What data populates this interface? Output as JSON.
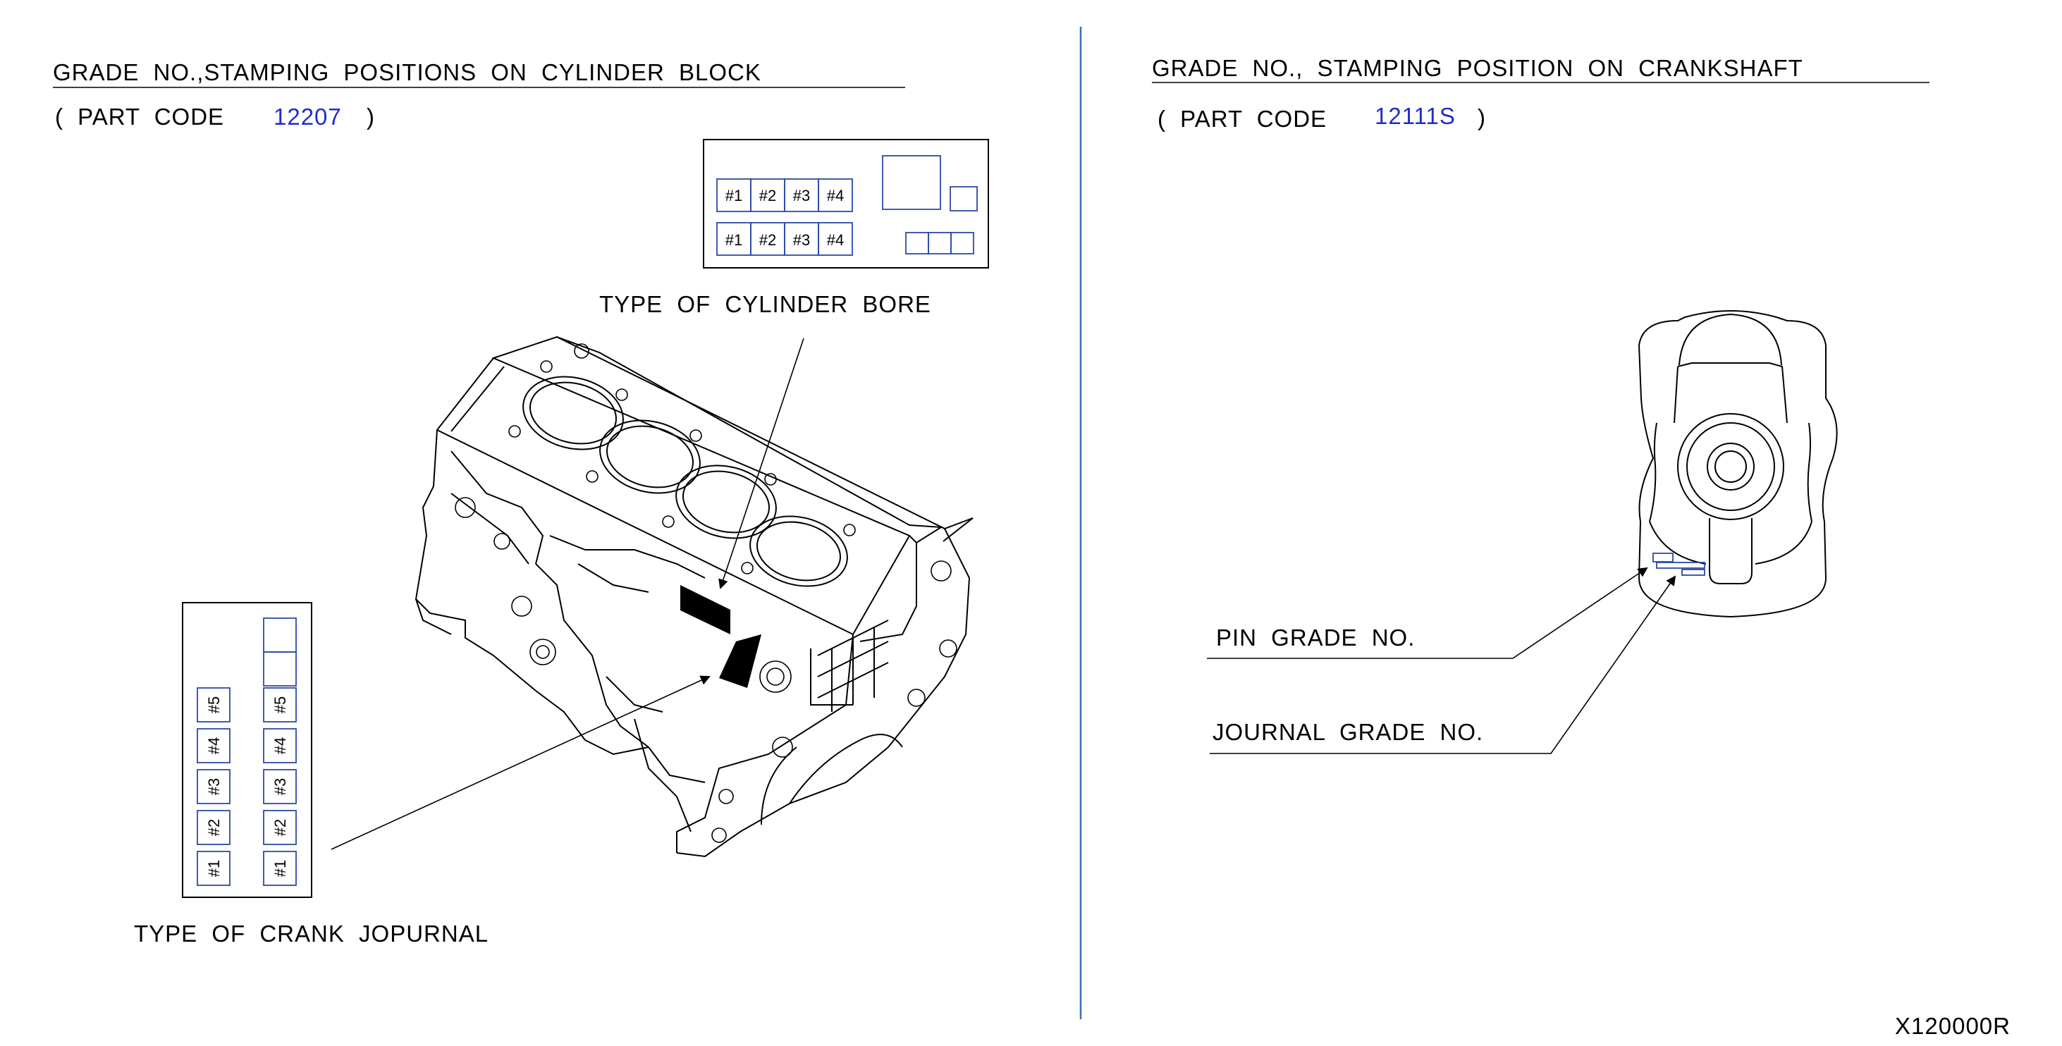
{
  "colors": {
    "accent_text": "#1f2ec8",
    "box_outline": "#2b4aa8",
    "divider": "#3a6fb5"
  },
  "left": {
    "title": "GRADE NO.,STAMPING POSITIONS ON CYLINDER BLOCK",
    "part_code_label": "( PART CODE",
    "part_code_value": "12207",
    "part_code_close": ")",
    "bore_label": "TYPE OF CYLINDER BORE",
    "bore_row1": [
      "#1",
      "#2",
      "#3",
      "#4"
    ],
    "bore_row2": [
      "#1",
      "#2",
      "#3",
      "#4"
    ],
    "journal_label": "TYPE OF CRANK JOPURNAL",
    "journal_col1": [
      "#5",
      "#4",
      "#3",
      "#2",
      "#1"
    ],
    "journal_col2": [
      "#5",
      "#4",
      "#3",
      "#2",
      "#1"
    ]
  },
  "right": {
    "title": "GRADE NO., STAMPING POSITION ON CRANKSHAFT",
    "part_code_label": "( PART CODE",
    "part_code_value": "12111S",
    "part_code_close": ")",
    "pin_label": "PIN GRADE NO.",
    "journal_label": "JOURNAL GRADE NO."
  },
  "figure_id": "X120000R"
}
